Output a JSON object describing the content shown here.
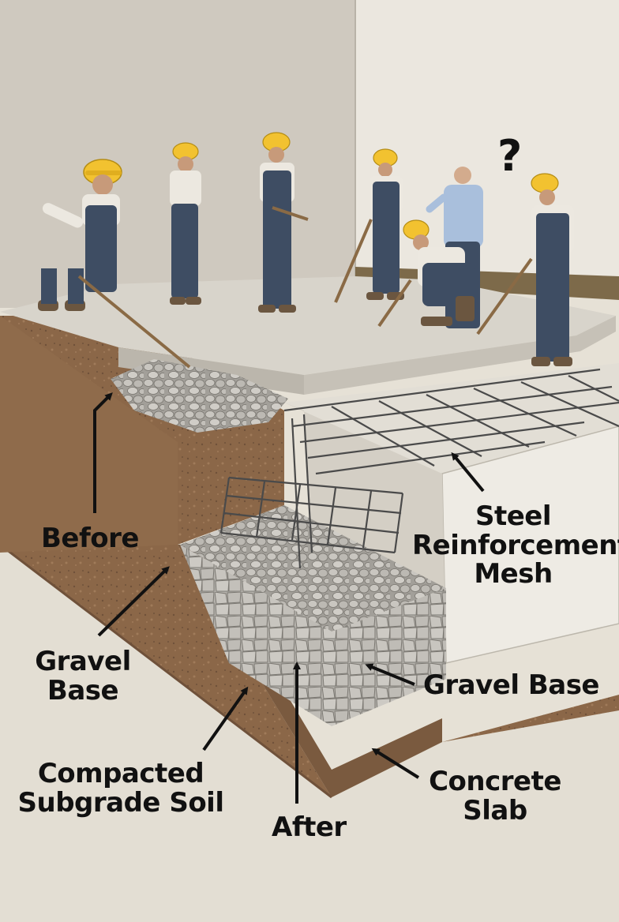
{
  "labels": {
    "before": "Before",
    "gravel_base_left": [
      "Gravel",
      "Base"
    ],
    "compacted_subgrade": [
      "Compacted",
      "Subgrade Soil"
    ],
    "after": "After",
    "concrete_slab": [
      "Concrete",
      "Slab"
    ],
    "gravel_base_right": "Gravel Base",
    "steel_mesh": [
      "Steel",
      "Reinforcement",
      "Mesh"
    ],
    "question_mark": "?"
  },
  "colors": {
    "background": "#e6e1d6",
    "wall_left": "#cfc9bf",
    "wall_right": "#ebe7df",
    "concrete_slab": "#d9d5cc",
    "soil": "#8b6748",
    "gravel": "#a9a6a0",
    "helmet": "#f2c230",
    "overalls": "#3e4d63",
    "shirt": "#ece8e0",
    "annotation": "#111111"
  },
  "icons": {
    "arrows": "arrow-icon",
    "workers": "worker-figure-icon"
  }
}
